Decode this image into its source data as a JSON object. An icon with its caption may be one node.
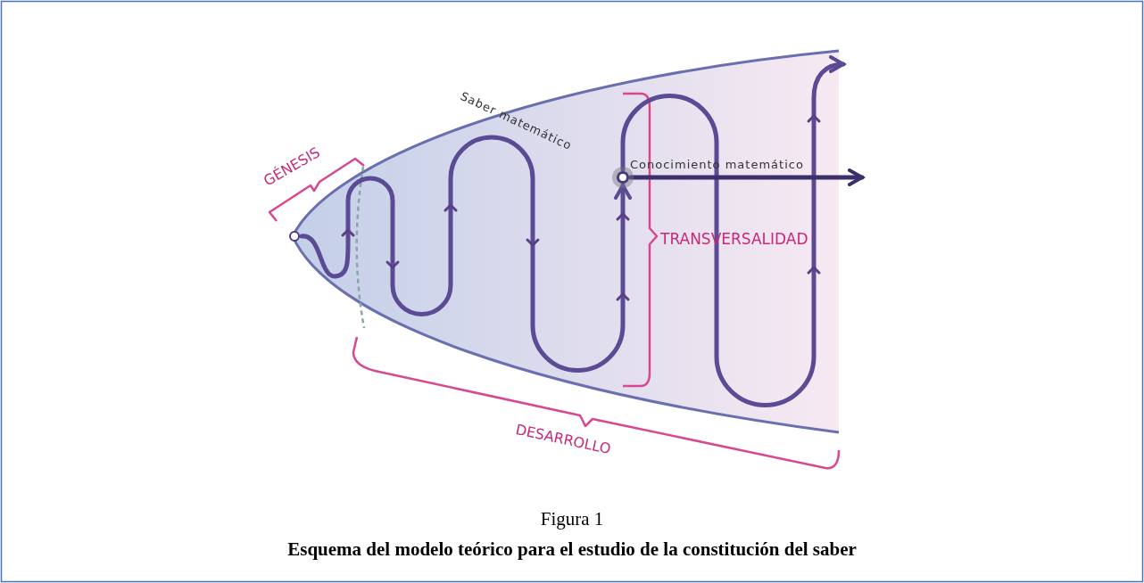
{
  "diagram": {
    "title": "Figura 1",
    "caption": "Esquema del modelo teórico para el estudio de la constitución del saber",
    "nodes": [
      {
        "text": [],
        "shape": "circle"
      },
      {
        "text": [],
        "shape": "circle"
      }
    ],
    "edges": [
      {
        "from": 0,
        "to": 1,
        "arrow": "to",
        "label": "Saber matemático"
      },
      {
        "from": 1,
        "to": null,
        "arrow": "to"
      },
      {
        "from": 1,
        "to": null,
        "arrow": "to",
        "label": "Conocimiento matemático",
        "color": "#3d2f6b"
      }
    ],
    "labels": [
      "GÉNESIS",
      "TRANSVERSALIDAD",
      "DESARROLLO"
    ]
  }
}
